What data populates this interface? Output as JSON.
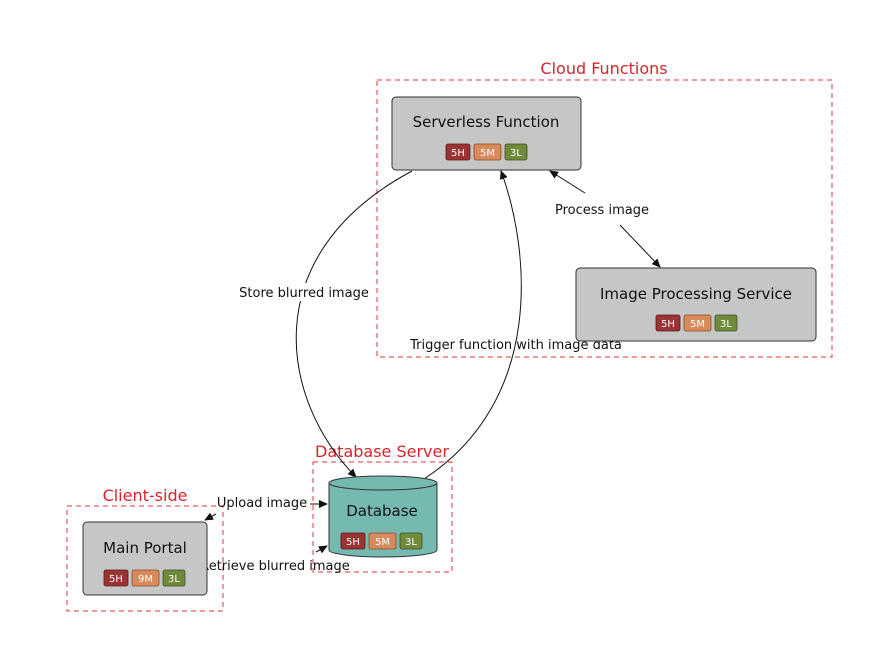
{
  "groups": {
    "cloud": {
      "title": "Cloud Functions"
    },
    "database": {
      "title": "Database Server"
    },
    "client": {
      "title": "Client-side"
    }
  },
  "nodes": {
    "serverless": {
      "label": "Serverless Function",
      "badges": [
        "5H",
        "5M",
        "3L"
      ]
    },
    "image_processing": {
      "label": "Image Processing Service",
      "badges": [
        "5H",
        "5M",
        "3L"
      ]
    },
    "database": {
      "label": "Database",
      "badges": [
        "5H",
        "5M",
        "3L"
      ]
    },
    "main_portal": {
      "label": "Main Portal",
      "badges": [
        "5H",
        "9M",
        "3L"
      ]
    }
  },
  "edges": {
    "store_blurred": {
      "label": "Store blurred image"
    },
    "trigger_function": {
      "label": "Trigger function with image data"
    },
    "process_image": {
      "label": "Process image"
    },
    "upload_image": {
      "label": "Upload image"
    },
    "retrieve_blurred": {
      "label": "Retrieve blurred image"
    }
  },
  "colors": {
    "group_border": "#e0353d",
    "group_title": "#d8232a",
    "node_fill": "#c4c7c6",
    "database_fill": "#76b9b1",
    "badge_high": "#9a3333",
    "badge_medium": "#d98a5a",
    "badge_low": "#6e8a3a"
  }
}
